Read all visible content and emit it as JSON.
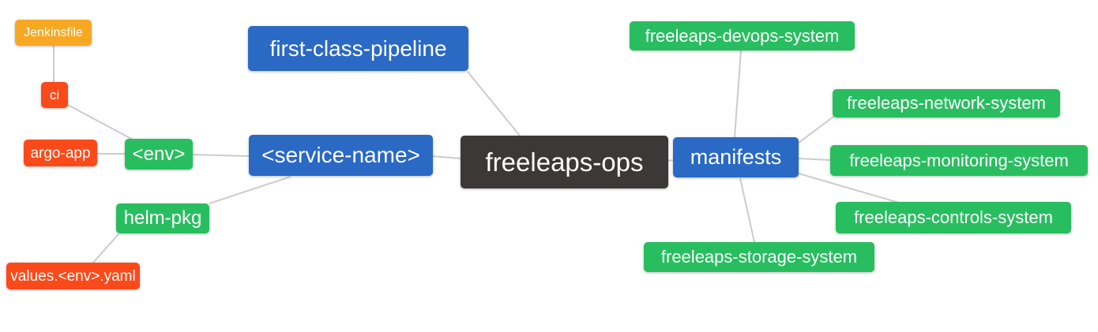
{
  "diagram": {
    "type": "mindmap",
    "palette": {
      "background": "#ffffff",
      "edge": "#cccccc",
      "text": "#ffffff",
      "blue": "#2a69c4",
      "green": "#28be60",
      "orange": "#f7a823",
      "red": "#fb4a1a",
      "dark": "#3d3838"
    },
    "nodes": {
      "freeleaps_ops": {
        "label": "freeleaps-ops",
        "color": "#3d3838"
      },
      "first_class_pipeline": {
        "label": "first-class-pipeline",
        "color": "#2a69c4"
      },
      "service_name": {
        "label": "<service-name>",
        "color": "#2a69c4"
      },
      "manifests": {
        "label": "manifests",
        "color": "#2a69c4"
      },
      "env": {
        "label": "<env>",
        "color": "#28be60"
      },
      "helm_pkg": {
        "label": "helm-pkg",
        "color": "#28be60"
      },
      "ci": {
        "label": "ci",
        "color": "#fb4a1a"
      },
      "argo_app": {
        "label": "argo-app",
        "color": "#fb4a1a"
      },
      "values_env_yaml": {
        "label": "values.<env>.yaml",
        "color": "#fb4a1a"
      },
      "jenkinsfile": {
        "label": "Jenkinsfile",
        "color": "#f7a823"
      },
      "devops_system": {
        "label": "freeleaps-devops-system",
        "color": "#28be60"
      },
      "network_system": {
        "label": "freeleaps-network-system",
        "color": "#28be60"
      },
      "monitoring_system": {
        "label": "freeleaps-monitoring-system",
        "color": "#28be60"
      },
      "controls_system": {
        "label": "freeleaps-controls-system",
        "color": "#28be60"
      },
      "storage_system": {
        "label": "freeleaps-storage-system",
        "color": "#28be60"
      }
    },
    "edges": [
      {
        "from": "jenkinsfile",
        "to": "ci"
      },
      {
        "from": "ci",
        "to": "env"
      },
      {
        "from": "argo_app",
        "to": "env"
      },
      {
        "from": "env",
        "to": "service_name"
      },
      {
        "from": "helm_pkg",
        "to": "service_name"
      },
      {
        "from": "values_env_yaml",
        "to": "helm_pkg"
      },
      {
        "from": "service_name",
        "to": "freeleaps_ops"
      },
      {
        "from": "first_class_pipeline",
        "to": "freeleaps_ops"
      },
      {
        "from": "freeleaps_ops",
        "to": "manifests"
      },
      {
        "from": "manifests",
        "to": "devops_system"
      },
      {
        "from": "manifests",
        "to": "network_system"
      },
      {
        "from": "manifests",
        "to": "monitoring_system"
      },
      {
        "from": "manifests",
        "to": "controls_system"
      },
      {
        "from": "manifests",
        "to": "storage_system"
      }
    ]
  }
}
